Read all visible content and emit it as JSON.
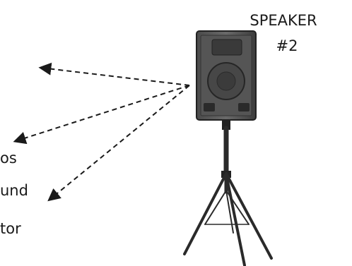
{
  "diagram": {
    "title_line1": "SPEAKER",
    "title_line2": "#2",
    "left_labels": [
      "os",
      "und",
      "tor"
    ]
  }
}
